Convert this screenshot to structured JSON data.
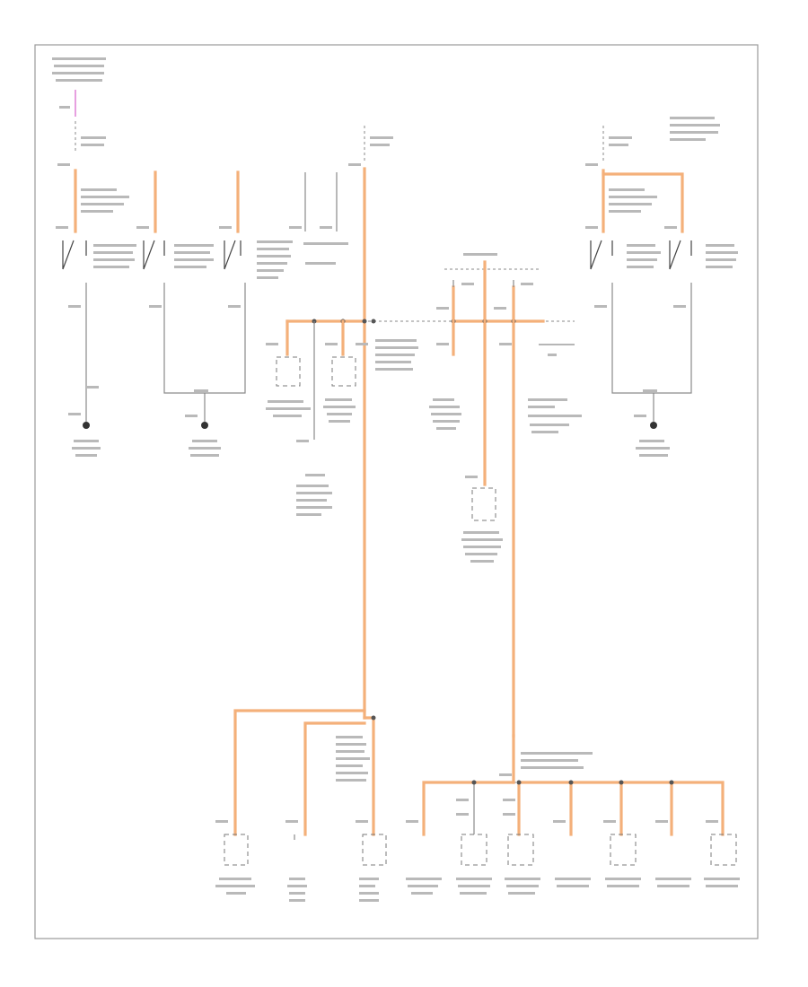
{
  "diagram": {
    "footer_label": "",
    "colors": {
      "frame": "#9a9a9a",
      "power_wire": "#f4b07a",
      "ground_wire": "#8a8a8a",
      "fused_feed": "#e7a0e0",
      "splice_dot": "#555555",
      "ground_symbol": "#333333"
    },
    "components": [
      "fuse-feed-left",
      "fuse-feed-center",
      "fuse-feed-right",
      "left-door-jamb-switches",
      "right-door-jamb-switches",
      "splice-pack-center",
      "dome-lamps",
      "courtesy-lamps",
      "ground-points"
    ]
  }
}
